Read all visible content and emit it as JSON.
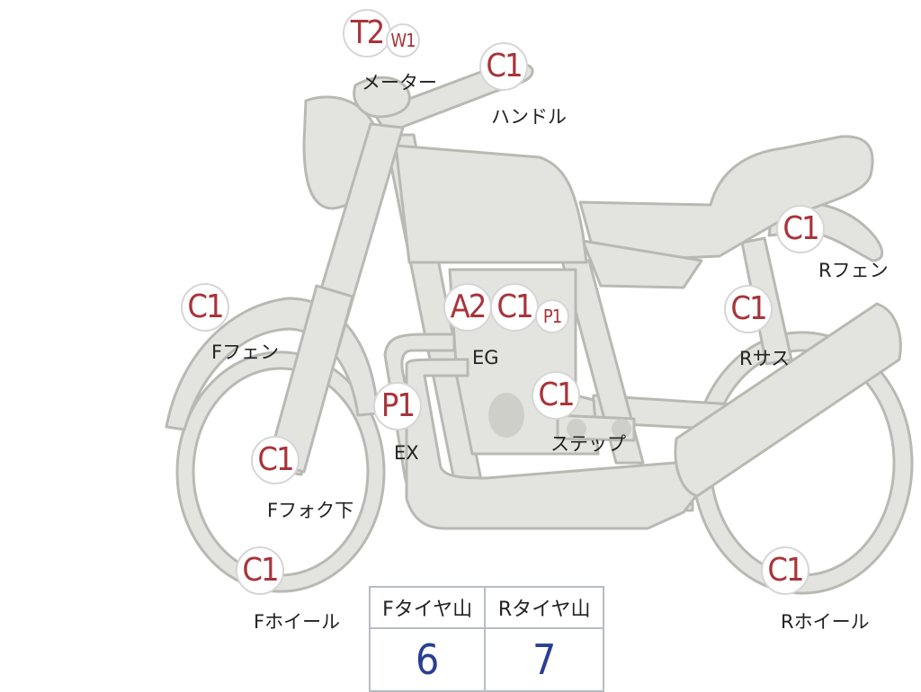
{
  "badges": {
    "meter_t2": "T2",
    "meter_w1": "W1",
    "handle": "C1",
    "f_fender": "C1",
    "r_fender": "C1",
    "eg_a2": "A2",
    "eg_c1": "C1",
    "eg_p1": "P1",
    "ex": "P1",
    "step": "C1",
    "f_fork": "C1",
    "f_wheel": "C1",
    "r_sus": "C1",
    "r_wheel": "C1"
  },
  "labels": {
    "meter": "メーター",
    "handle": "ハンドル",
    "f_fender": "Fフェン",
    "r_fender": "Rフェン",
    "eg": "EG",
    "ex": "EX",
    "step": "ステップ",
    "f_fork": "Fフォク下",
    "f_wheel": "Fホイール",
    "r_sus": "Rサス",
    "r_wheel": "Rホイール"
  },
  "tread_table": {
    "headers": [
      "Fタイヤ山",
      "Rタイヤ山"
    ],
    "values": [
      "6",
      "7"
    ]
  },
  "colors": {
    "part_fill": "#e3e3df",
    "part_stroke": "#b9b9b4",
    "badge_text": "#a8343a",
    "value_text": "#2a3f8f"
  }
}
